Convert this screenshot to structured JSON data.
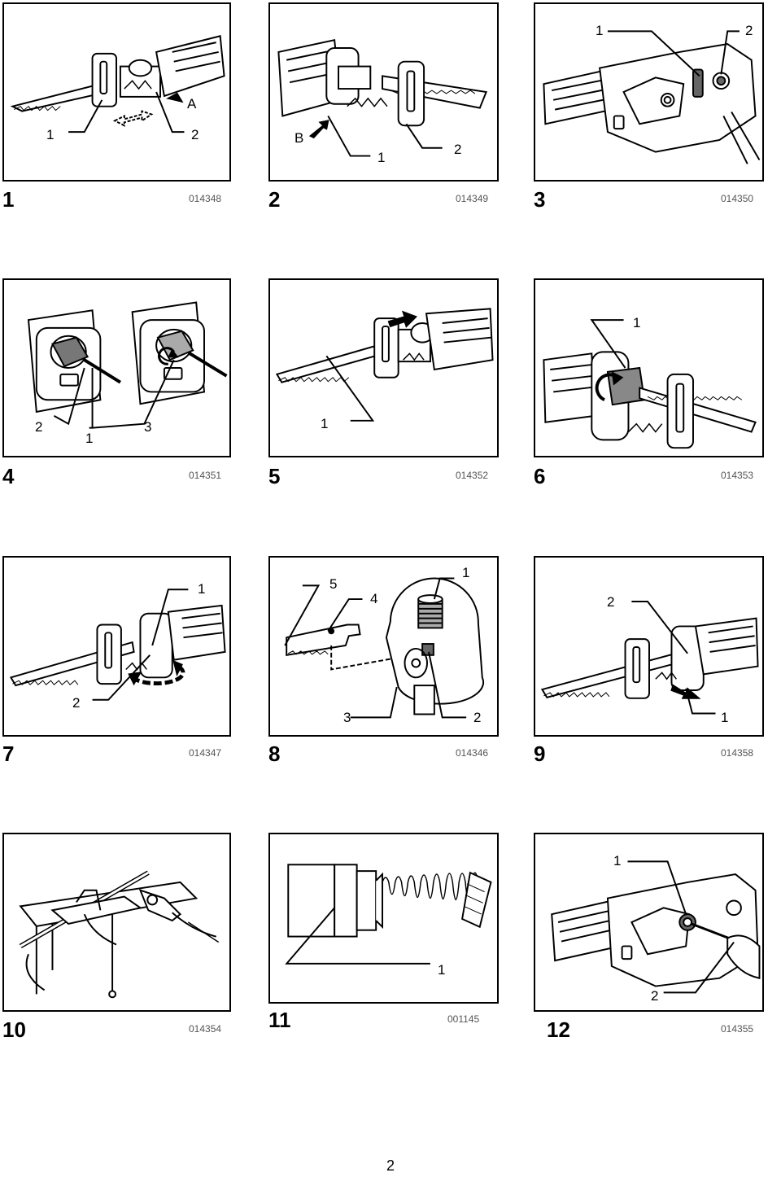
{
  "figures": [
    {
      "number": "1",
      "code": "014348",
      "labels": {
        "a": "1",
        "b": "2",
        "c": "A"
      }
    },
    {
      "number": "2",
      "code": "014349",
      "labels": {
        "a": "B",
        "b": "1",
        "c": "2"
      }
    },
    {
      "number": "3",
      "code": "014350",
      "labels": {
        "a": "1",
        "b": "2"
      }
    },
    {
      "number": "4",
      "code": "014351",
      "labels": {
        "a": "2",
        "b": "1",
        "c": "3"
      }
    },
    {
      "number": "5",
      "code": "014352",
      "labels": {
        "a": "1"
      }
    },
    {
      "number": "6",
      "code": "014353",
      "labels": {
        "a": "1"
      }
    },
    {
      "number": "7",
      "code": "014347",
      "labels": {
        "a": "1",
        "b": "2"
      }
    },
    {
      "number": "8",
      "code": "014346",
      "labels": {
        "a": "5",
        "b": "4",
        "c": "1",
        "d": "3",
        "e": "2"
      }
    },
    {
      "number": "9",
      "code": "014358",
      "labels": {
        "a": "2",
        "b": "1"
      }
    },
    {
      "number": "10",
      "code": "014354",
      "labels": {}
    },
    {
      "number": "11",
      "code": "001145",
      "labels": {
        "a": "1"
      }
    },
    {
      "number": "12",
      "code": "014355",
      "labels": {
        "a": "1",
        "b": "2"
      }
    }
  ],
  "page_number": "2"
}
